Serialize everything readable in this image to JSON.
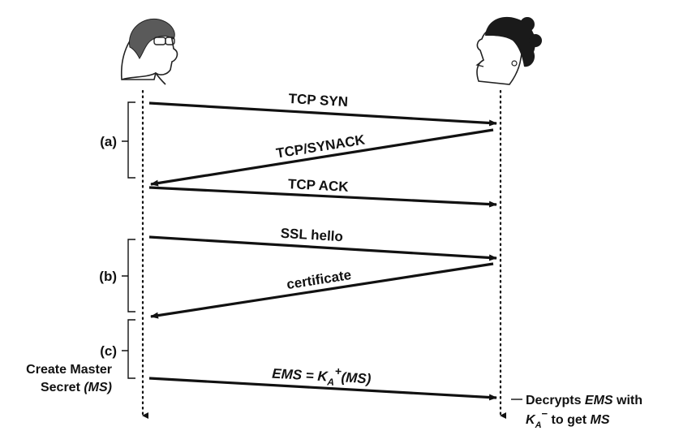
{
  "actors": {
    "left": {
      "icon": "man-with-glasses-icon"
    },
    "right": {
      "icon": "woman-with-curly-hair-icon"
    }
  },
  "messages": [
    {
      "label": "TCP SYN",
      "direction": "left-to-right"
    },
    {
      "label": "TCP/SYNACK",
      "direction": "right-to-left"
    },
    {
      "label": "TCP ACK",
      "direction": "left-to-right"
    },
    {
      "label": "SSL hello",
      "direction": "left-to-right"
    },
    {
      "label": "certificate",
      "direction": "right-to-left"
    },
    {
      "label": "EMS = K",
      "sub": "A",
      "sup": "+",
      "tail": "(MS)",
      "direction": "left-to-right"
    }
  ],
  "phases": [
    {
      "label": "(a)"
    },
    {
      "label": "(b)"
    },
    {
      "label": "(c)"
    }
  ],
  "left_note": {
    "line1": "Create Master",
    "line2_a": "Secret ",
    "line2_b": "(MS)"
  },
  "right_note": {
    "line1_a": "Decrypts ",
    "line1_b": "EMS",
    "line1_c": " with",
    "line2_k": "K",
    "line2_sub": "A",
    "line2_sup": "−",
    "line2_a": " to get ",
    "line2_b": "MS"
  }
}
